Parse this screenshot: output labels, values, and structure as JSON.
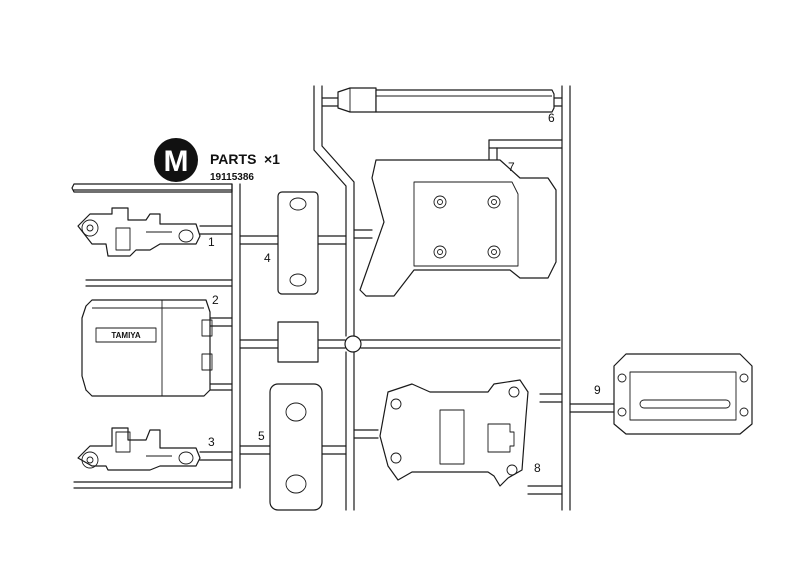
{
  "header": {
    "letter": "M",
    "title": "PARTS",
    "quantity": "×1",
    "part_code": "19115386"
  },
  "parts": [
    {
      "number": "1"
    },
    {
      "number": "2"
    },
    {
      "number": "3"
    },
    {
      "number": "4"
    },
    {
      "number": "5"
    },
    {
      "number": "6"
    },
    {
      "number": "7"
    },
    {
      "number": "8"
    },
    {
      "number": "9"
    }
  ],
  "part2_embossed_text": "TAMIYA"
}
